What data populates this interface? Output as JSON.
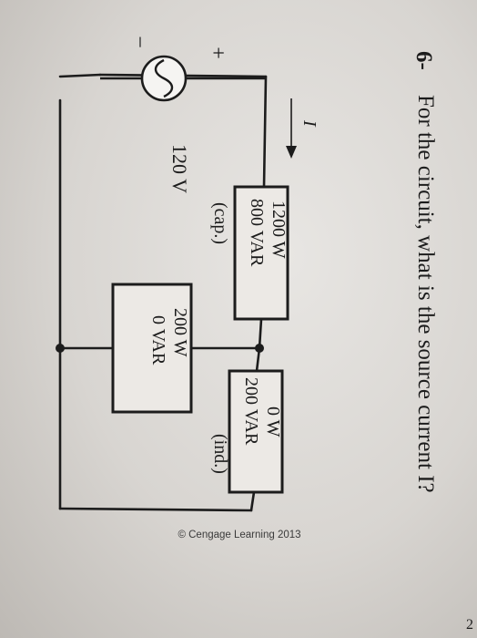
{
  "problem": {
    "number": "6-",
    "question": "For the circuit, what is the source current I?"
  },
  "circuit": {
    "current_label": "I",
    "source": {
      "voltage": "120 V",
      "plus": "+",
      "minus": "−"
    },
    "load_1": {
      "real": "1200 W",
      "reactive": "800 VAR",
      "type": "(cap.)"
    },
    "load_2": {
      "real": "0 W",
      "reactive": "200 VAR",
      "type": "(ind.)"
    },
    "load_3": {
      "real": "200 W",
      "reactive": "0 VAR"
    }
  },
  "credit": "© Cengage Learning 2013",
  "page_corner_mark": "2",
  "colors": {
    "paper": "#e2dfdb",
    "ink": "#1c1c1c",
    "source_fill": "#f5f4f2",
    "box_fill": "#ece9e5"
  }
}
